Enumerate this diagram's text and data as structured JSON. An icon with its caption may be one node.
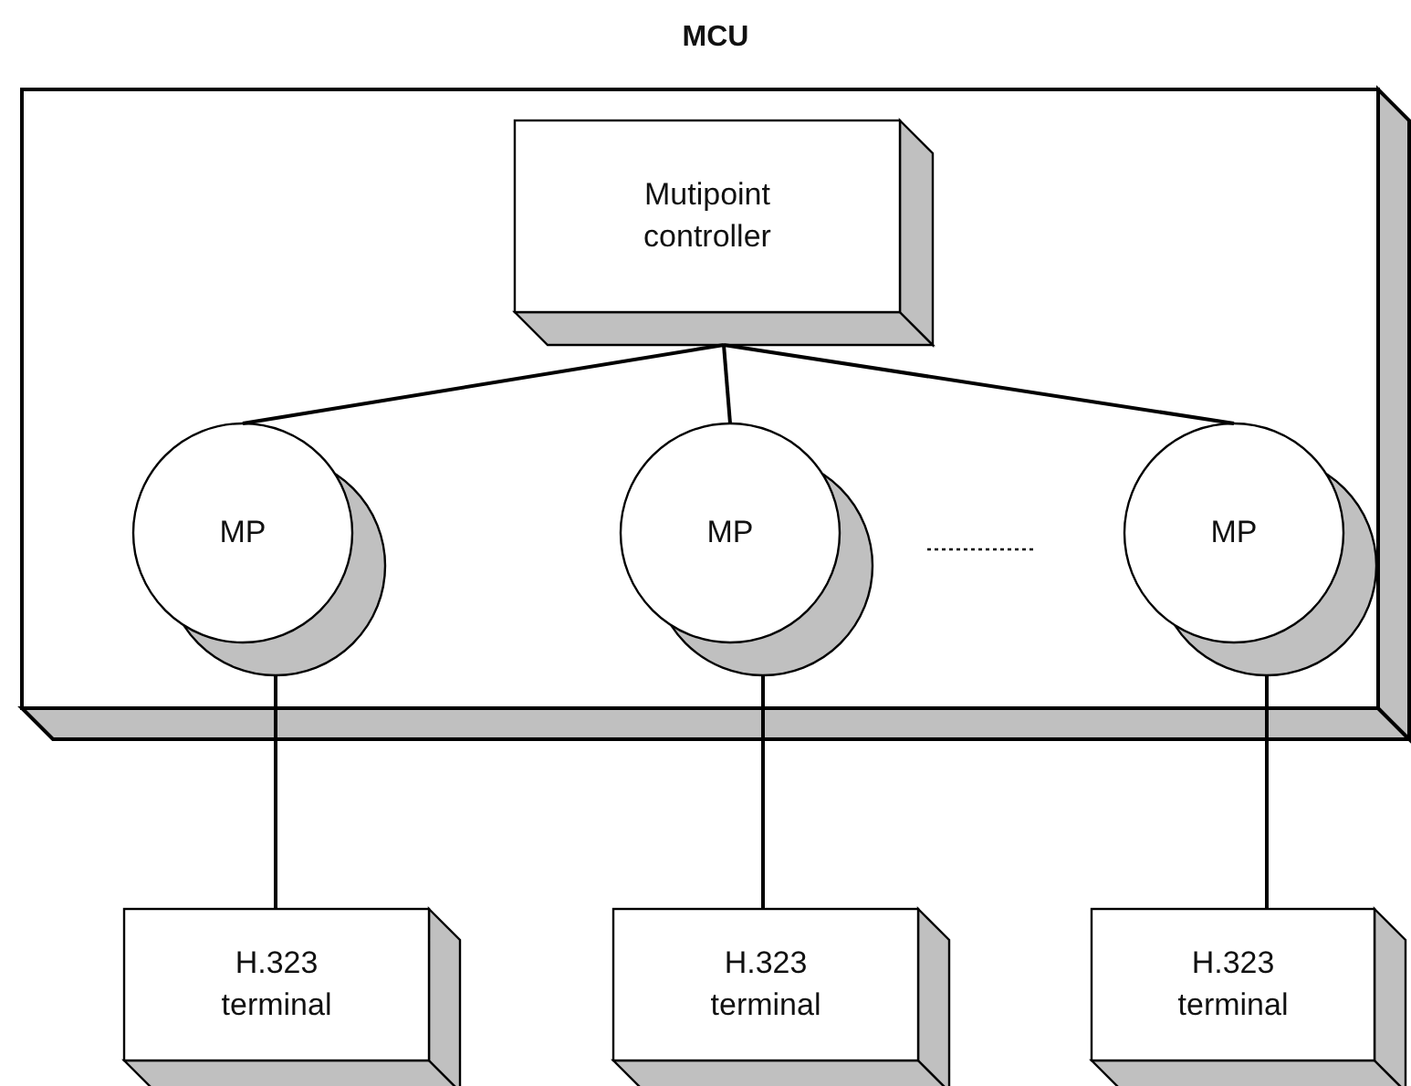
{
  "diagram": {
    "nodes": [
      {
        "text": [
          "MCU"
        ]
      },
      {
        "text": [
          "Mutipoint controller"
        ],
        "in": 0
      },
      {
        "text": [
          "MP"
        ],
        "in": 0
      },
      {
        "text": [
          "MP"
        ],
        "in": 0
      },
      {
        "text": [
          "MP"
        ],
        "in": 0
      },
      {
        "text": [
          "H.323 terminal"
        ]
      },
      {
        "text": [
          "H.323 terminal"
        ]
      },
      {
        "text": [
          "H.323 terminal"
        ]
      }
    ],
    "edges": [
      {
        "from": 1,
        "to": 2,
        "arrow": "none"
      },
      {
        "from": 1,
        "to": 3,
        "arrow": "none"
      },
      {
        "from": 1,
        "to": 4,
        "arrow": "none"
      },
      {
        "from": 2,
        "to": 5,
        "arrow": "none"
      },
      {
        "from": 3,
        "to": 6,
        "arrow": "none"
      },
      {
        "from": 4,
        "to": 7,
        "arrow": "none"
      }
    ]
  }
}
